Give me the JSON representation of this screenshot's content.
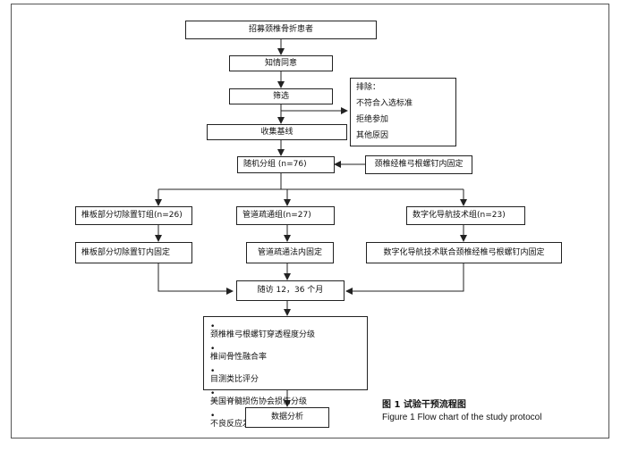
{
  "flow": {
    "recruit": "招募颈椎骨折患者",
    "consent": "知情同意",
    "screen": "筛选",
    "exclude_title": "排除：",
    "exclude_items": [
      "不符合入选标准",
      "拒绝参加",
      "其他原因"
    ],
    "baseline": "收集基线",
    "randomize": "随机分组 (n=76)",
    "method": "颈椎经椎弓根螺钉内固定",
    "group_a": "椎板部分切除置钉组(n=26)",
    "group_b": "管道疏通组(n=27)",
    "group_c": "数字化导航技术组(n=23)",
    "fix_a": "椎板部分切除置钉内固定",
    "fix_b": "管道疏通法内固定",
    "fix_c": "数字化导航技术联合颈椎经椎弓根螺钉内固定",
    "followup": "随访 12，36 个月",
    "outcomes": [
      "颈椎椎弓根螺钉穿透程度分级",
      "椎间骨性融合率",
      "目测类比评分",
      "美国脊髓损伤协会损伤分级",
      "不良反应发生率"
    ],
    "analysis": "数据分析"
  },
  "caption": {
    "cn": "图 1   试验干预流程图",
    "en": "Figure 1    Flow chart of the study protocol"
  }
}
